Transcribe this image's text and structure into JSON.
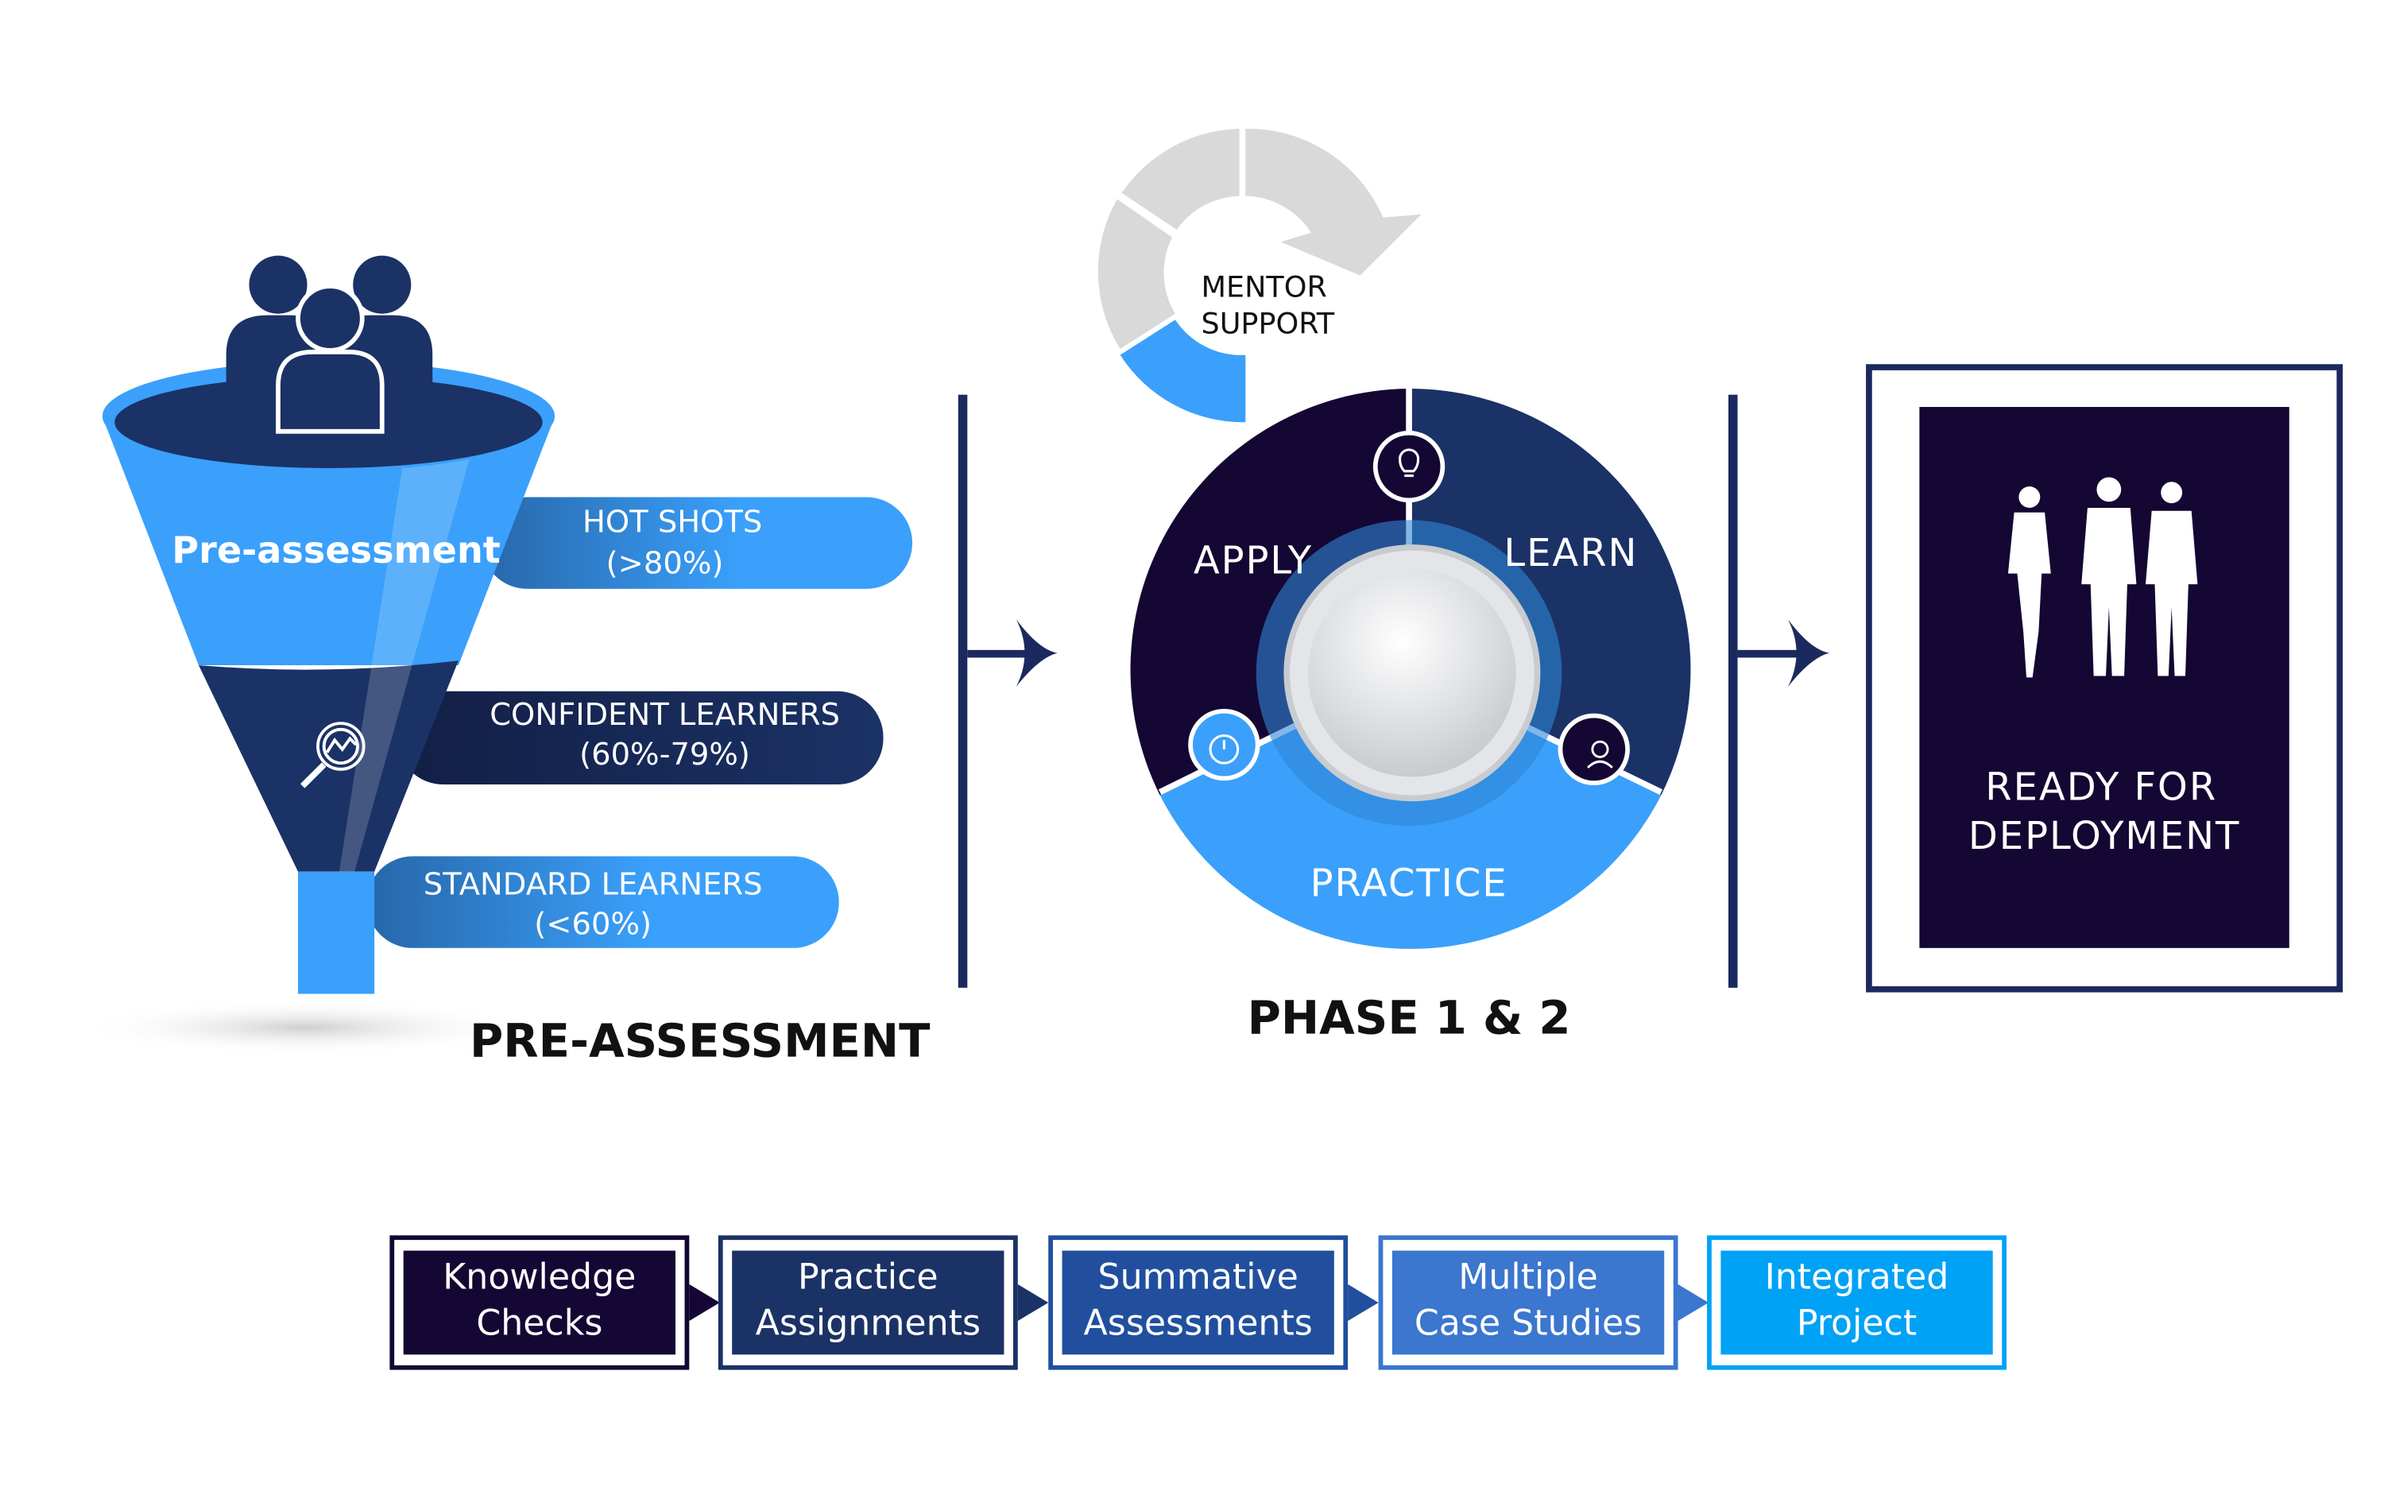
{
  "funnel": {
    "title": "Pre-assessment",
    "caption": "PRE-ASSESSMENT",
    "tiers": [
      {
        "label": "HOT SHOTS",
        "range": "(>80%)"
      },
      {
        "label": "CONFIDENT LEARNERS",
        "range": "(60%-79%)"
      },
      {
        "label": "STANDARD LEARNERS",
        "range": "(<60%)"
      }
    ]
  },
  "cycle": {
    "mentor_line1": "MENTOR",
    "mentor_line2": "SUPPORT",
    "segments": {
      "apply": "APPLY",
      "learn": "LEARN",
      "practice": "PRACTICE"
    },
    "caption": "PHASE 1 & 2",
    "icons": [
      "lightbulb-icon",
      "stopwatch-icon",
      "settings-person-icon"
    ]
  },
  "deployment": {
    "line1": "READY FOR",
    "line2": "DEPLOYMENT"
  },
  "steps": [
    {
      "line1": "Knowledge",
      "line2": "Checks",
      "color": "#140733"
    },
    {
      "line1": "Practice",
      "line2": "Assignments",
      "color": "#1b3266"
    },
    {
      "line1": "Summative",
      "line2": "Assessments",
      "color": "#214f9e"
    },
    {
      "line1": "Multiple",
      "line2": "Case Studies",
      "color": "#3b76cf"
    },
    {
      "line1": "Integrated",
      "line2": "Project",
      "color": "#00a2f5"
    }
  ],
  "colors": {
    "navy": "#1b3266",
    "dark": "#140733",
    "blue": "#3aa0fb",
    "gray": "#d9d9d9"
  }
}
